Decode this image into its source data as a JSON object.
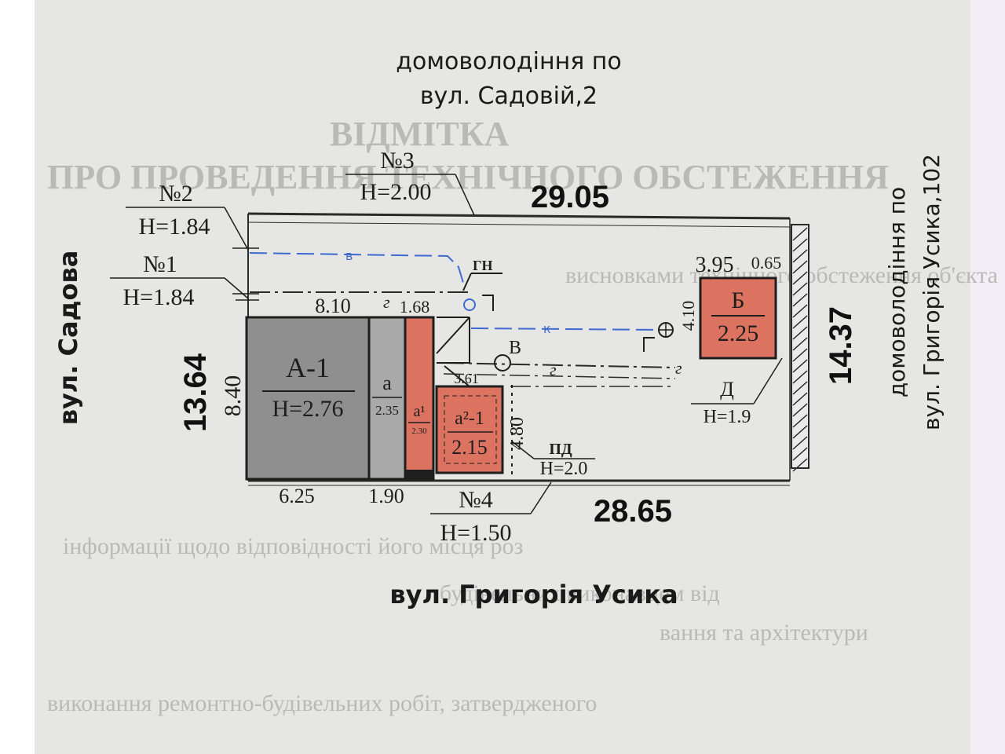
{
  "labels": {
    "north_neighbor_line1": "домоволодіння по",
    "north_neighbor_line2": "вул. Садовій,2",
    "east_neighbor_line1": "домоволодіння по",
    "east_neighbor_line2": "вул. Григорія Усика,102",
    "west_street": "вул. Садова",
    "south_street": "вул. Григорія Усика"
  },
  "dimensions": {
    "top": "29.05",
    "bottom": "28.65",
    "left": "13.64",
    "right": "14.37",
    "a1_height": "8.40",
    "a1_width": "6.25",
    "a_width": "1.90",
    "seg_810": "8.10",
    "seg_168": "1.68",
    "seg_361": "3.61",
    "seg_480": "4.80",
    "b_width": "3.95",
    "b_gap": "0.65",
    "b_height": "4.10"
  },
  "fences": {
    "f1": {
      "no": "№1",
      "h": "H=1.84"
    },
    "f2": {
      "no": "№2",
      "h": "H=1.84"
    },
    "f3": {
      "no": "№3",
      "h": "H=2.00"
    },
    "f4": {
      "no": "№4",
      "h": "H=1.50"
    }
  },
  "buildings": {
    "a1": {
      "name": "А-1",
      "h": "H=2.76"
    },
    "a": {
      "name": "а",
      "h": "2.35"
    },
    "a_prime": {
      "name": "а¹",
      "h": "2.30"
    },
    "a2_1": {
      "name": "а²-1",
      "h": "2.15"
    },
    "b": {
      "name": "Б",
      "h": "2.25"
    },
    "d": {
      "name": "Д",
      "h": "H=1.9"
    },
    "pd": {
      "name": "ПД",
      "h": "H=2.0"
    }
  },
  "utilities": {
    "water": "в",
    "sewer": "к",
    "gas": "г",
    "gas_inlet": "ГН",
    "well": "В"
  },
  "background_text": [
    "ВІДМІТКА",
    "ПРО ПРОВЕДЕННЯ ТЕХНІЧНОГО ОБСТЕЖЕННЯ",
    "висновками технічного обстеження об'єкта",
    "інформації щодо відповідності його місця роз",
    "будівельних виконавцем від",
    "вання та архітектури",
    "виконання ремонтно-будівельних робіт, затвердженого"
  ],
  "colors": {
    "paper": "#e6e6e4",
    "gray_building": "#8f8f90",
    "gray_light": "#a9a9aa",
    "red_building": "#dc7260",
    "line": "#2a2a2a",
    "blue_line": "#3f6bd0"
  }
}
